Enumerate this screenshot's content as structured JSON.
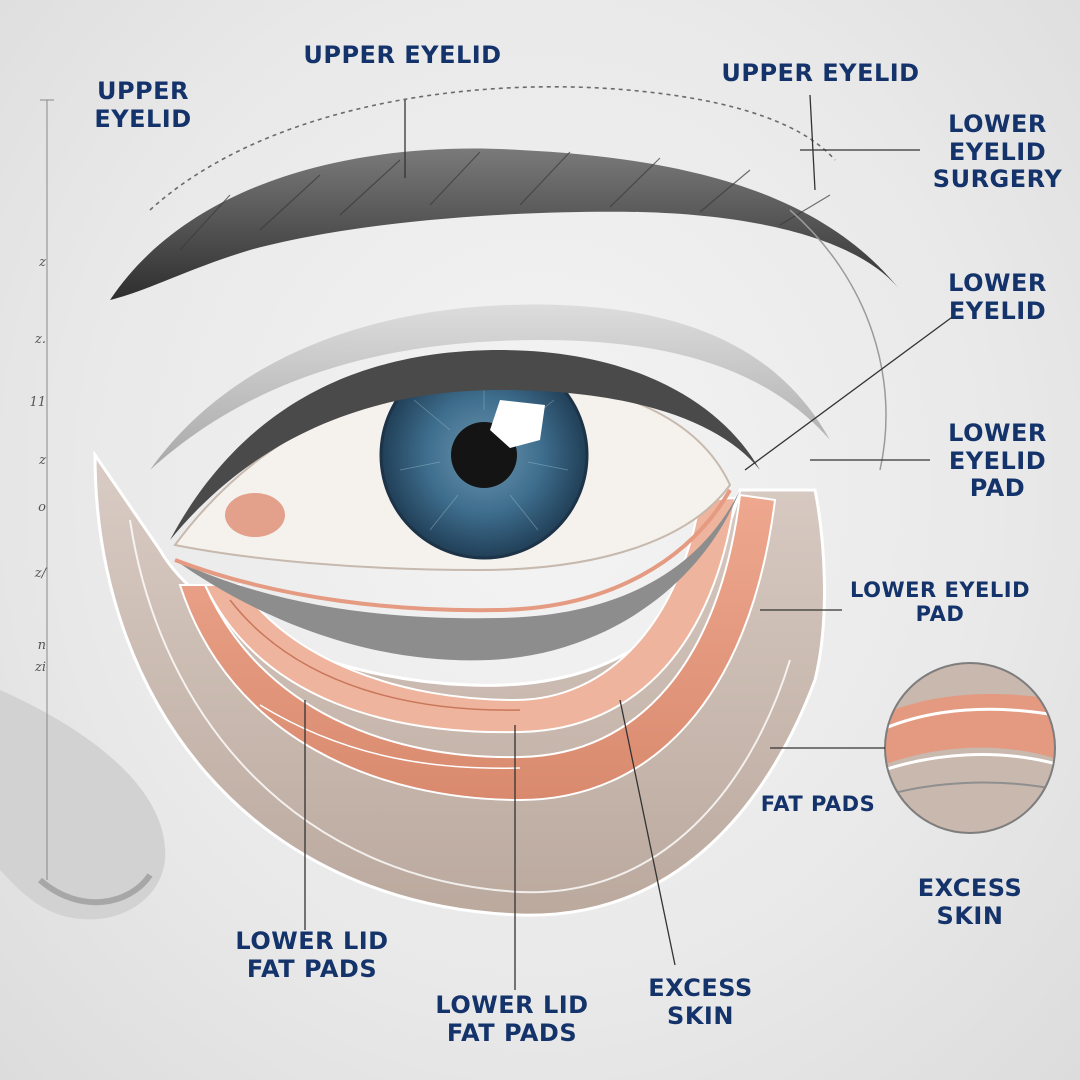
{
  "labels": {
    "top_left": "UPPER\nEYELID",
    "top_center": "UPPER EYELID",
    "top_right": "UPPER EYELID",
    "right_lower_eyelid_surgery": "LOWER\nEYELID\nSURGERY",
    "right_lower_eyelid": "LOWER\nEYELID",
    "right_lower_eyelid_pad": "LOWER\nEYELID\nPAD",
    "right_lower_eyelid_pad_small": "LOWER EYELID\nPAD",
    "fat_pads": "FAT PADS",
    "excess_skin_right": "EXCESS\nSKIN",
    "bottom_lower_lid_left": "LOWER LID\nFAT PADS",
    "bottom_lower_lid_center": "LOWER LID\nFAT PADS",
    "bottom_excess_skin": "EXCESS\nSKIN"
  },
  "scale_marks": [
    "z",
    "z.",
    "11",
    "z",
    "o",
    "z/",
    "n",
    "zi"
  ],
  "colors": {
    "label": "#14336b",
    "iris": "#3f6f8f",
    "fat_pad": "#e39a80",
    "skin_layer": "#c9b8ae"
  }
}
